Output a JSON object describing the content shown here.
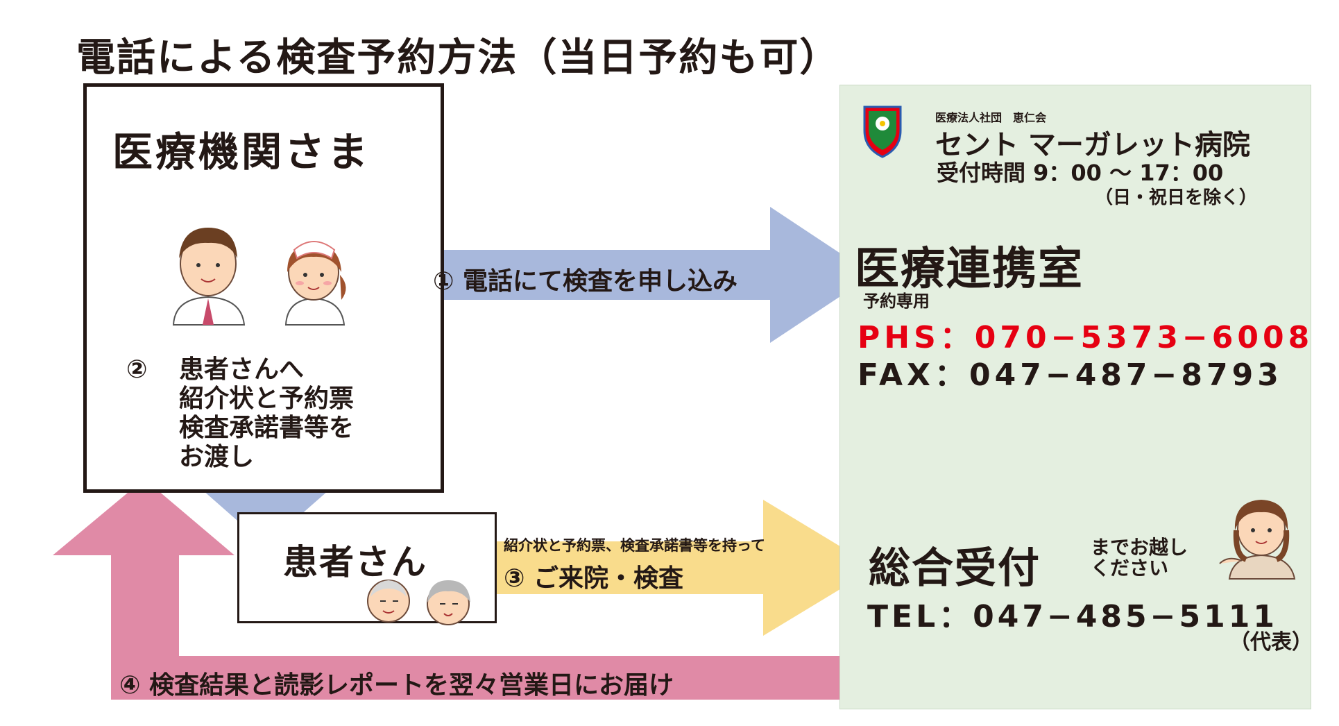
{
  "title": "電話による検査予約方法（当日予約も可）",
  "facility": {
    "title": "医療機関さま",
    "step2_num": "②",
    "step2_lines": [
      "患者さんへ",
      "紹介状と予約票",
      "検査承諾書等を",
      "お渡し"
    ]
  },
  "patient": {
    "label": "患者さん"
  },
  "steps": {
    "step1": "① 電話にて検査を申し込み",
    "step3_note": "紹介状と予約票、検査承諾書等を持って",
    "step3": "③ ご来院・検査",
    "step4": "④ 検査結果と読影レポートを翌々営業日にお届け"
  },
  "hospital": {
    "corp_name": "医療法人社団　恵仁会",
    "name": "セント マーガレット病院",
    "hours": "受付時間 9：00 〜 17：00",
    "hours_note": "（日・祝日を除く）",
    "dept": "医療連携室",
    "reserve_label": "予約専用",
    "phs": "PHS：070−5373−6008",
    "fax": "FAX：047−487−8793",
    "reception": "総合受付",
    "visit_note_lines": [
      "までお越し",
      "ください"
    ],
    "tel": "TEL：047−485−5111",
    "tel_note": "（代表）"
  },
  "colors": {
    "blue_arrow": "#a8b8dc",
    "yellow_arrow": "#f9dc8c",
    "pink_arrow": "#e08aa6",
    "panel_bg": "#e4efe0",
    "phs_red": "#e60012"
  },
  "icons": [
    "hospital-crest-icon",
    "doctor-icon",
    "nurse-icon",
    "elderly-couple-icon",
    "receptionist-icon"
  ]
}
